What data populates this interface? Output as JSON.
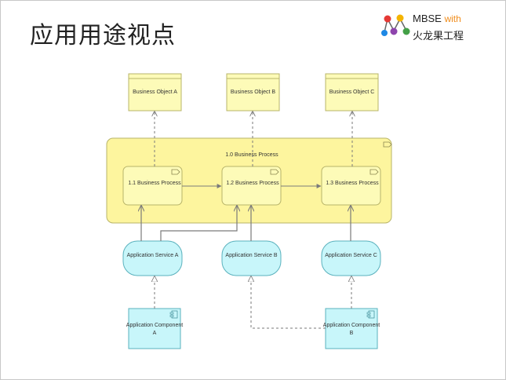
{
  "page": {
    "title": "应用用途视点"
  },
  "logo": {
    "line1": "MBSE",
    "line1_with": "with",
    "line2": "火龙果工程"
  },
  "diagram": {
    "business_objects": [
      {
        "id": "bo-a",
        "label": "Business Object A"
      },
      {
        "id": "bo-b",
        "label": "Business Object B"
      },
      {
        "id": "bo-c",
        "label": "Business Object C"
      }
    ],
    "parent_process": {
      "label": "1.0 Business Process"
    },
    "processes": [
      {
        "id": "bp-1",
        "label": "1.1 Business Process"
      },
      {
        "id": "bp-2",
        "label": "1.2 Business Process"
      },
      {
        "id": "bp-3",
        "label": "1.3 Business Process"
      }
    ],
    "services": [
      {
        "id": "as-a",
        "label": "Application Service A"
      },
      {
        "id": "as-b",
        "label": "Application Service B"
      },
      {
        "id": "as-c",
        "label": "Application Service C"
      }
    ],
    "components": [
      {
        "id": "ac-a",
        "line1": "Application Component",
        "line2": "A"
      },
      {
        "id": "ac-b",
        "line1": "Application Component",
        "line2": "B"
      }
    ]
  },
  "colors": {
    "business_fill": "#fdfbb8",
    "business_stroke": "#b8b46a",
    "application_fill": "#c8f6fa",
    "application_stroke": "#5ab1bd",
    "connector": "#7a7a7a"
  }
}
